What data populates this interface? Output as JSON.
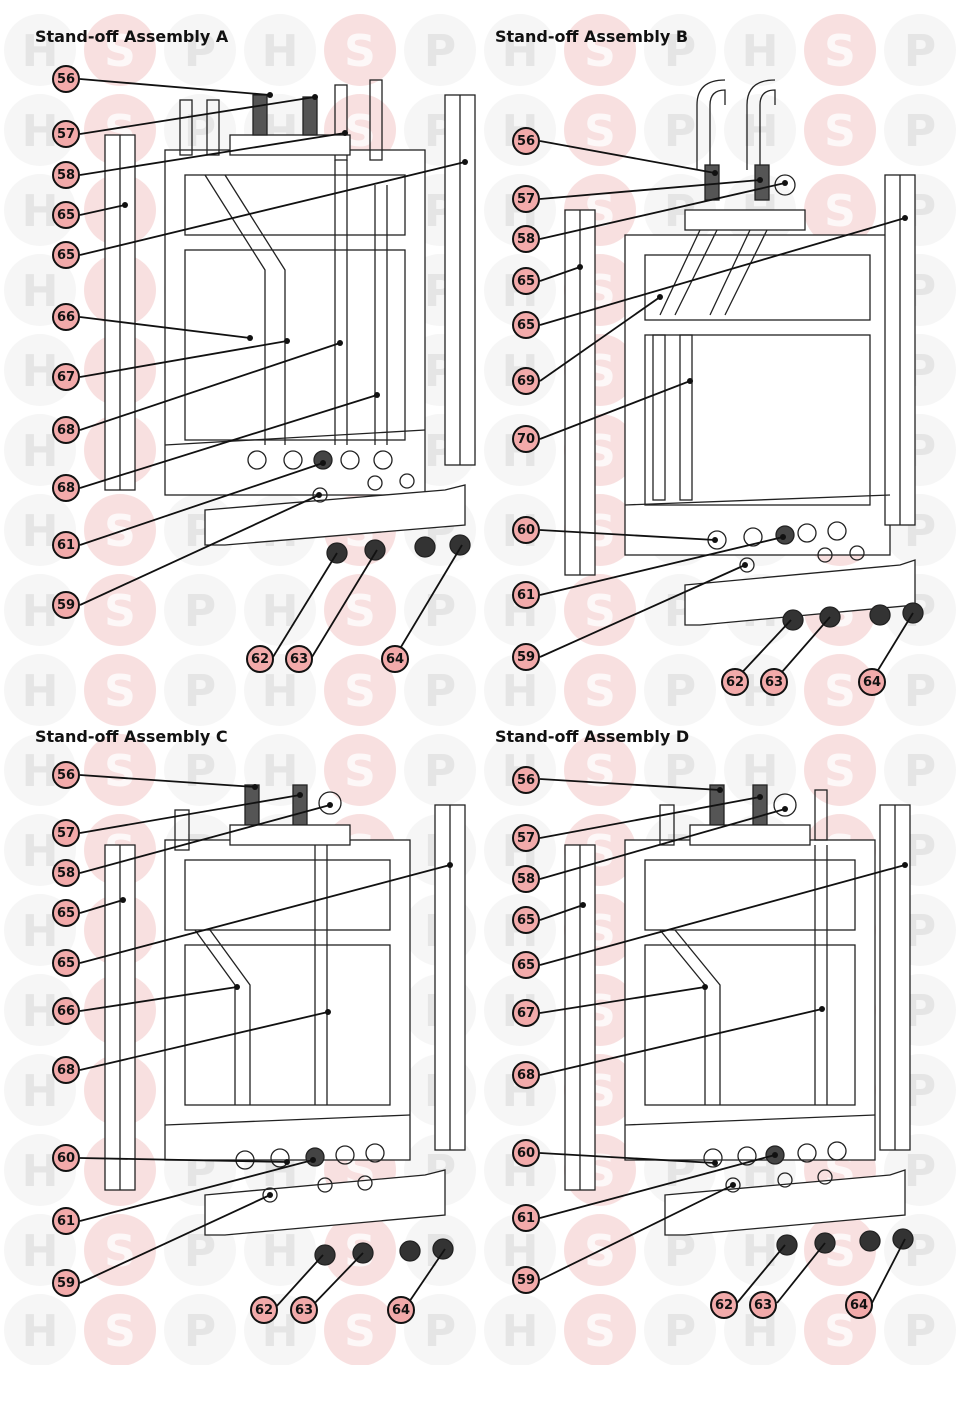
{
  "watermark": {
    "letters": [
      "H",
      "S",
      "P"
    ],
    "color": "#f3c7c7"
  },
  "callout_fill": "#f2aaaa",
  "panels": [
    {
      "title": "Stand-off Assembly A",
      "labels": [
        "56",
        "57",
        "58",
        "65",
        "65",
        "66",
        "67",
        "68",
        "68",
        "61",
        "59",
        "62",
        "63",
        "64"
      ]
    },
    {
      "title": "Stand-off Assembly B",
      "labels": [
        "56",
        "57",
        "58",
        "65",
        "65",
        "69",
        "70",
        "60",
        "61",
        "59",
        "62",
        "63",
        "64"
      ]
    },
    {
      "title": "Stand-off Assembly C",
      "labels": [
        "56",
        "57",
        "58",
        "65",
        "65",
        "66",
        "68",
        "60",
        "61",
        "59",
        "62",
        "63",
        "64"
      ]
    },
    {
      "title": "Stand-off Assembly D",
      "labels": [
        "56",
        "57",
        "58",
        "65",
        "65",
        "67",
        "68",
        "60",
        "61",
        "59",
        "62",
        "63",
        "64"
      ]
    }
  ]
}
